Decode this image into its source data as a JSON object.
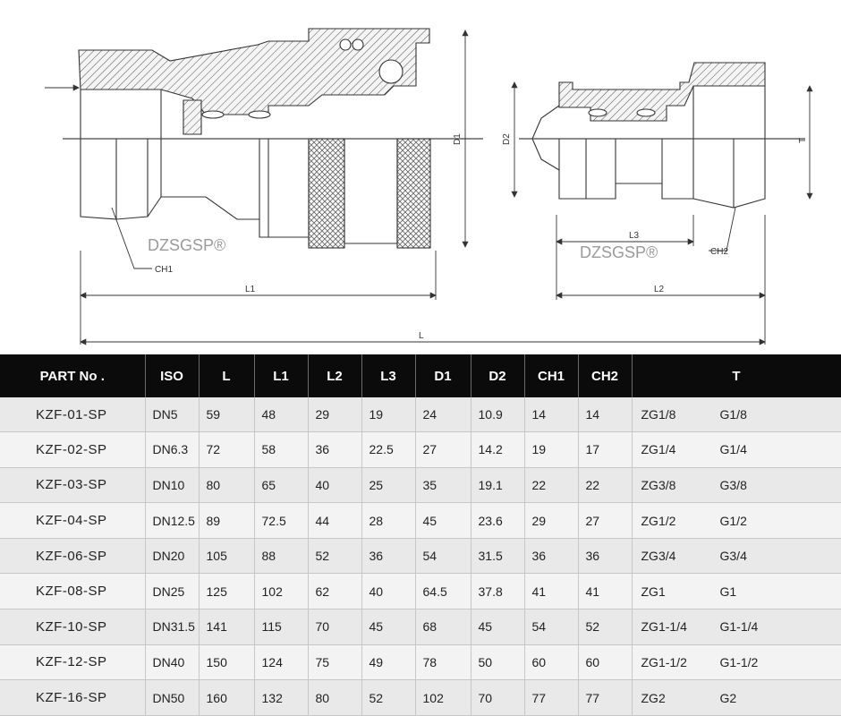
{
  "diagram": {
    "watermark": "DZSGSP®",
    "labels": {
      "L": "L",
      "L1": "L1",
      "L2": "L2",
      "L3": "L3",
      "D1": "D1",
      "D2": "D2",
      "T": "T",
      "CH1": "CH1",
      "CH2": "CH2"
    }
  },
  "table": {
    "headers": [
      "PART No .",
      "ISO",
      "L",
      "L1",
      "L2",
      "L3",
      "D1",
      "D2",
      "CH1",
      "CH2",
      "T"
    ],
    "rows": [
      {
        "part": "KZF-01-SP",
        "iso": "DN5",
        "L": "59",
        "L1": "48",
        "L2": "29",
        "L3": "19",
        "D1": "24",
        "D2": "10.9",
        "CH1": "14",
        "CH2": "14",
        "T1": "ZG1/8",
        "T2": "G1/8"
      },
      {
        "part": "KZF-02-SP",
        "iso": "DN6.3",
        "L": "72",
        "L1": "58",
        "L2": "36",
        "L3": "22.5",
        "D1": "27",
        "D2": "14.2",
        "CH1": "19",
        "CH2": "17",
        "T1": "ZG1/4",
        "T2": "G1/4"
      },
      {
        "part": "KZF-03-SP",
        "iso": "DN10",
        "L": "80",
        "L1": "65",
        "L2": "40",
        "L3": "25",
        "D1": "35",
        "D2": "19.1",
        "CH1": "22",
        "CH2": "22",
        "T1": "ZG3/8",
        "T2": "G3/8"
      },
      {
        "part": "KZF-04-SP",
        "iso": "DN12.5",
        "L": "89",
        "L1": "72.5",
        "L2": "44",
        "L3": "28",
        "D1": "45",
        "D2": "23.6",
        "CH1": "29",
        "CH2": "27",
        "T1": "ZG1/2",
        "T2": "G1/2"
      },
      {
        "part": "KZF-06-SP",
        "iso": "DN20",
        "L": "105",
        "L1": "88",
        "L2": "52",
        "L3": "36",
        "D1": "54",
        "D2": "31.5",
        "CH1": "36",
        "CH2": "36",
        "T1": "ZG3/4",
        "T2": "G3/4"
      },
      {
        "part": "KZF-08-SP",
        "iso": "DN25",
        "L": "125",
        "L1": "102",
        "L2": "62",
        "L3": "40",
        "D1": "64.5",
        "D2": "37.8",
        "CH1": "41",
        "CH2": "41",
        "T1": "ZG1",
        "T2": "G1"
      },
      {
        "part": "KZF-10-SP",
        "iso": "DN31.5",
        "L": "141",
        "L1": "115",
        "L2": "70",
        "L3": "45",
        "D1": "68",
        "D2": "45",
        "CH1": "54",
        "CH2": "52",
        "T1": "ZG1-1/4",
        "T2": "G1-1/4"
      },
      {
        "part": "KZF-12-SP",
        "iso": "DN40",
        "L": "150",
        "L1": "124",
        "L2": "75",
        "L3": "49",
        "D1": "78",
        "D2": "50",
        "CH1": "60",
        "CH2": "60",
        "T1": "ZG1-1/2",
        "T2": "G1-1/2"
      },
      {
        "part": "KZF-16-SP",
        "iso": "DN50",
        "L": "160",
        "L1": "132",
        "L2": "80",
        "L3": "52",
        "D1": "102",
        "D2": "70",
        "CH1": "77",
        "CH2": "77",
        "T1": "ZG2",
        "T2": "G2"
      }
    ]
  }
}
